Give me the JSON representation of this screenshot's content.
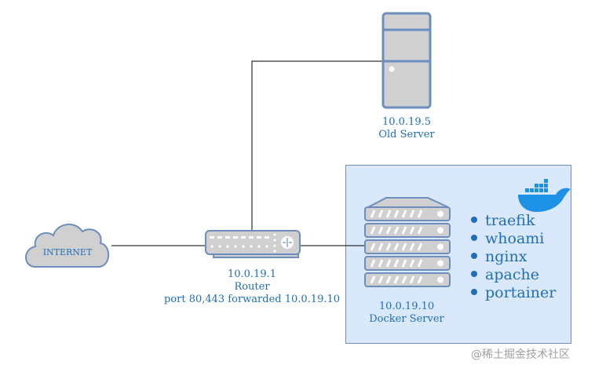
{
  "diagram": {
    "internet": {
      "label": "INTERNET"
    },
    "router": {
      "ip": "10.0.19.1",
      "name": "Router",
      "note": "port 80,443 forwarded 10.0.19.10"
    },
    "old_server": {
      "ip": "10.0.19.5",
      "name": "Old Server"
    },
    "docker_server": {
      "ip": "10.0.19.10",
      "name": "Docker Server"
    },
    "services": [
      "traefik",
      "whoami",
      "nginx",
      "apache",
      "portainer"
    ],
    "colors": {
      "device_fill": "#d0d0d0",
      "device_stroke": "#6c8ebf",
      "label_text": "#1f6fb8",
      "docker_box_fill": "#dae8fc",
      "docker_box_stroke": "#6c8ebf",
      "docker_logo": "#1d91e6",
      "connector": "#000000"
    }
  },
  "watermark": "@稀土掘金技术社区"
}
